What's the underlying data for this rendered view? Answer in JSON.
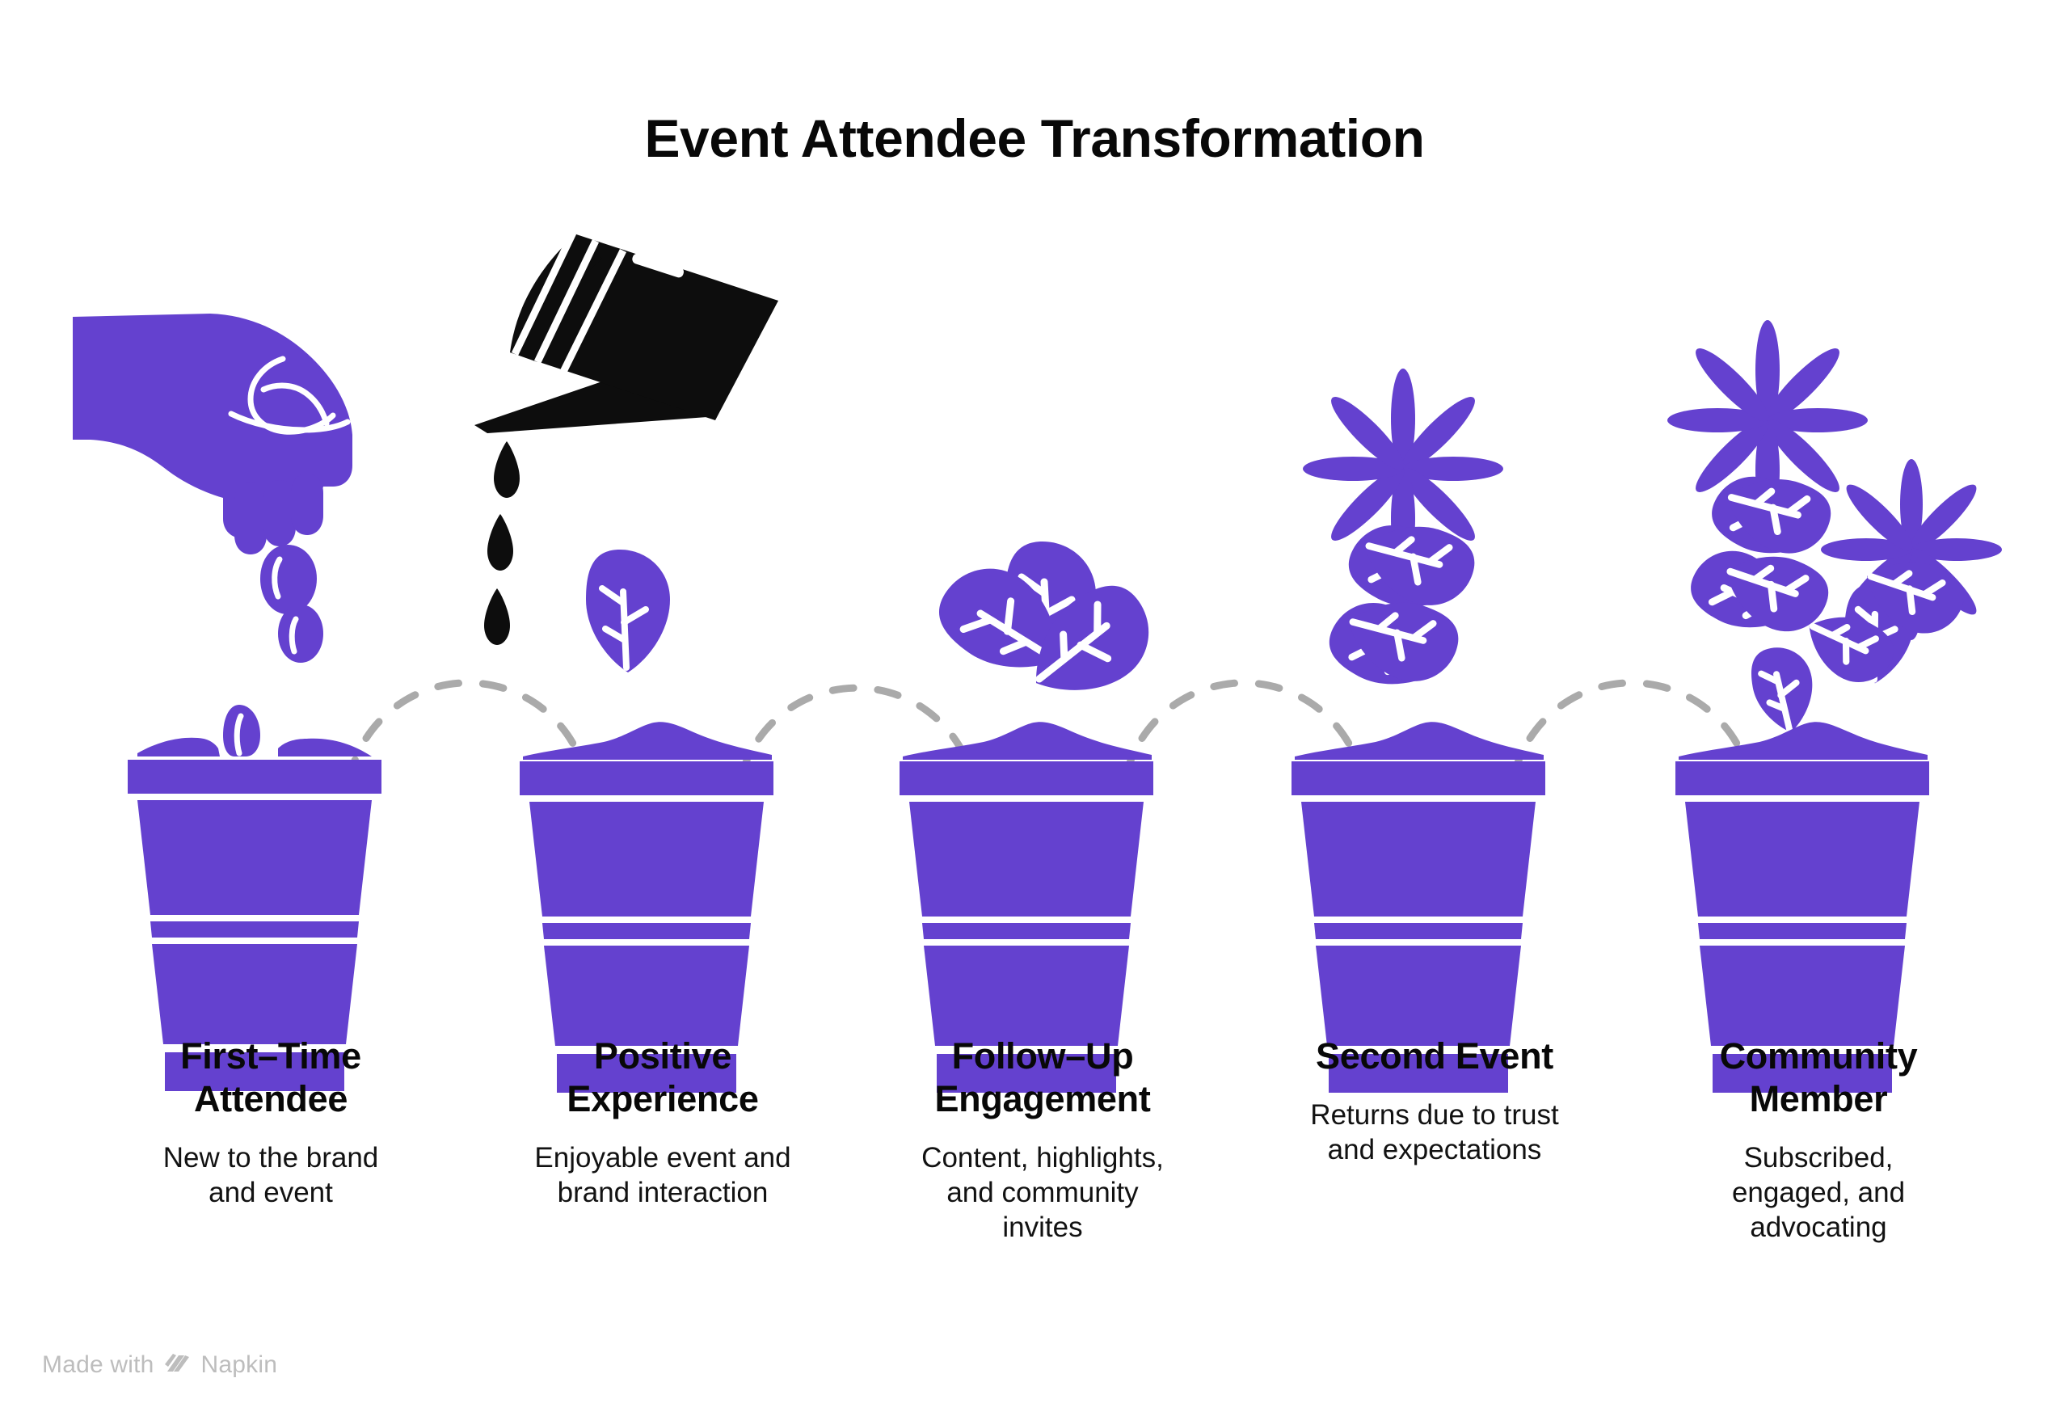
{
  "title": "Event Attendee Transformation",
  "theme": {
    "purple": "#6441cf",
    "black": "#0d0d0d",
    "connector_gray": "#aaaaaa",
    "background": "#ffffff",
    "watermark_gray": "#bdbdbd"
  },
  "stages": [
    {
      "title": "First-Time\nAttendee",
      "title_lines": [
        "First–Time",
        "Attendee"
      ],
      "description": "New to the brand and event",
      "desc_lines": [
        "New to the brand",
        "and event"
      ],
      "art": "hand-planting-seed",
      "art_label": "hand dropping seeds into empty pot"
    },
    {
      "title": "Positive\nExperience",
      "title_lines": [
        "Positive",
        "Experience"
      ],
      "description": "Enjoyable event and brand interaction",
      "desc_lines": [
        "Enjoyable event and",
        "brand interaction"
      ],
      "art": "watering-can-sprout",
      "art_label": "watering can pouring drops onto a single sprout"
    },
    {
      "title": "Follow-Up\nEngagement",
      "title_lines": [
        "Follow–Up",
        "Engagement"
      ],
      "description": "Content, highlights, and community invites",
      "desc_lines": [
        "Content, highlights,",
        "and community",
        "invites"
      ],
      "art": "three-leaf-plant",
      "art_label": "small plant with three leaves"
    },
    {
      "title": "Second Event",
      "title_lines": [
        "Second Event"
      ],
      "description": "Returns due to trust and expectations",
      "desc_lines": [
        "Returns due to trust",
        "and expectations"
      ],
      "art": "flowering-plant",
      "art_label": "plant with four leaves and one flower"
    },
    {
      "title": "Community\nMember",
      "title_lines": [
        "Community",
        "Member"
      ],
      "description": "Subscribed, engaged, and advocating",
      "desc_lines": [
        "Subscribed,",
        "engaged, and",
        "advocating"
      ],
      "art": "full-bloom-plant",
      "art_label": "lush plant with many leaves and two flowers"
    }
  ],
  "connectors": {
    "count": 4,
    "style": "dashed-arc",
    "color": "#aaaaaa"
  },
  "watermark": {
    "prefix": "Made with",
    "brand": "Napkin",
    "logo": "napkin-logo-icon"
  }
}
